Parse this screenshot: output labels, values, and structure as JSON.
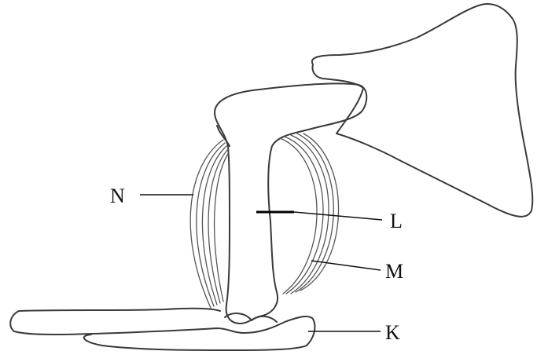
{
  "diagram": {
    "labels": {
      "n": "N",
      "l": "L",
      "m": "M",
      "k": "K"
    },
    "colors": {
      "stroke": "#3a3a3a",
      "text": "#111111",
      "background": "#ffffff"
    }
  }
}
